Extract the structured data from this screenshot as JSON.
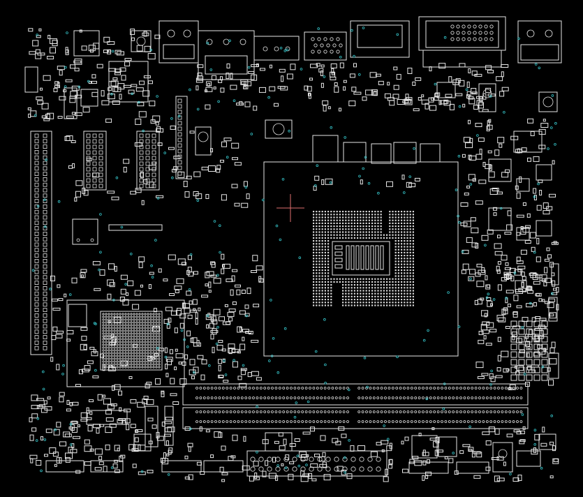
{
  "colors": {
    "background": "#000000",
    "outline": "#e6e6e6",
    "via": "#35c3c8",
    "origin_marker": "#e07070"
  },
  "components": {
    "cpu_socket": "cpu-socket-lga",
    "chipset": "chipset-bga",
    "memory_slots": "ddr-slot-pair",
    "io_connectors": "rear-io-connectors",
    "front_headers": "pin-headers",
    "vias": "via-holes"
  }
}
